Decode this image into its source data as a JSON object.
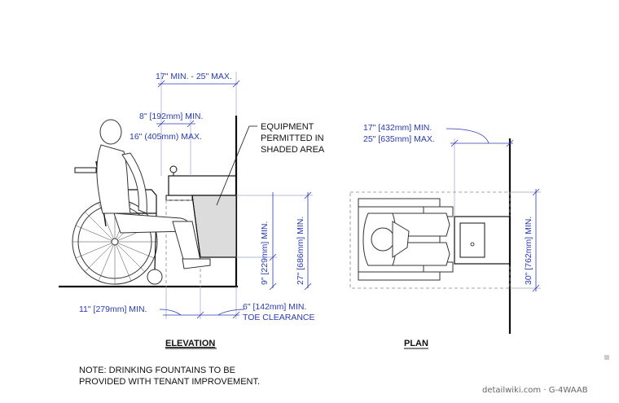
{
  "elevation": {
    "title": "ELEVATION",
    "dim_spout_reach": "17\" MIN. - 25\" MAX.",
    "dim_8in": "8\" [192mm] MIN.",
    "dim_16in": "16\" (405mm) MAX.",
    "equipment_line1": "EQUIPMENT",
    "equipment_line2": "PERMITTED IN",
    "equipment_line3": "SHADED AREA",
    "dim_9in": "9\" [229mm] MIN.",
    "dim_27in": "27\" [686mm] MIN.",
    "dim_11in": "11\" [279mm] MIN.",
    "dim_6in": "6\" [142mm] MIN.",
    "toe_clearance": "TOE CLEARANCE"
  },
  "plan": {
    "title": "PLAN",
    "dim_17in": "17\" [432mm] MIN.",
    "dim_25in": "25\" [635mm] MAX.",
    "dim_30in": "30\" [762mm] MIN."
  },
  "note_line1": "NOTE: DRINKING FOUNTAINS TO BE",
  "note_line2": "PROVIDED WITH TENANT IMPROVEMENT.",
  "watermark": "detailwiki.com · G-4WAAB",
  "colors": {
    "dimension": "#2a3bb0",
    "linework": "#111111"
  }
}
